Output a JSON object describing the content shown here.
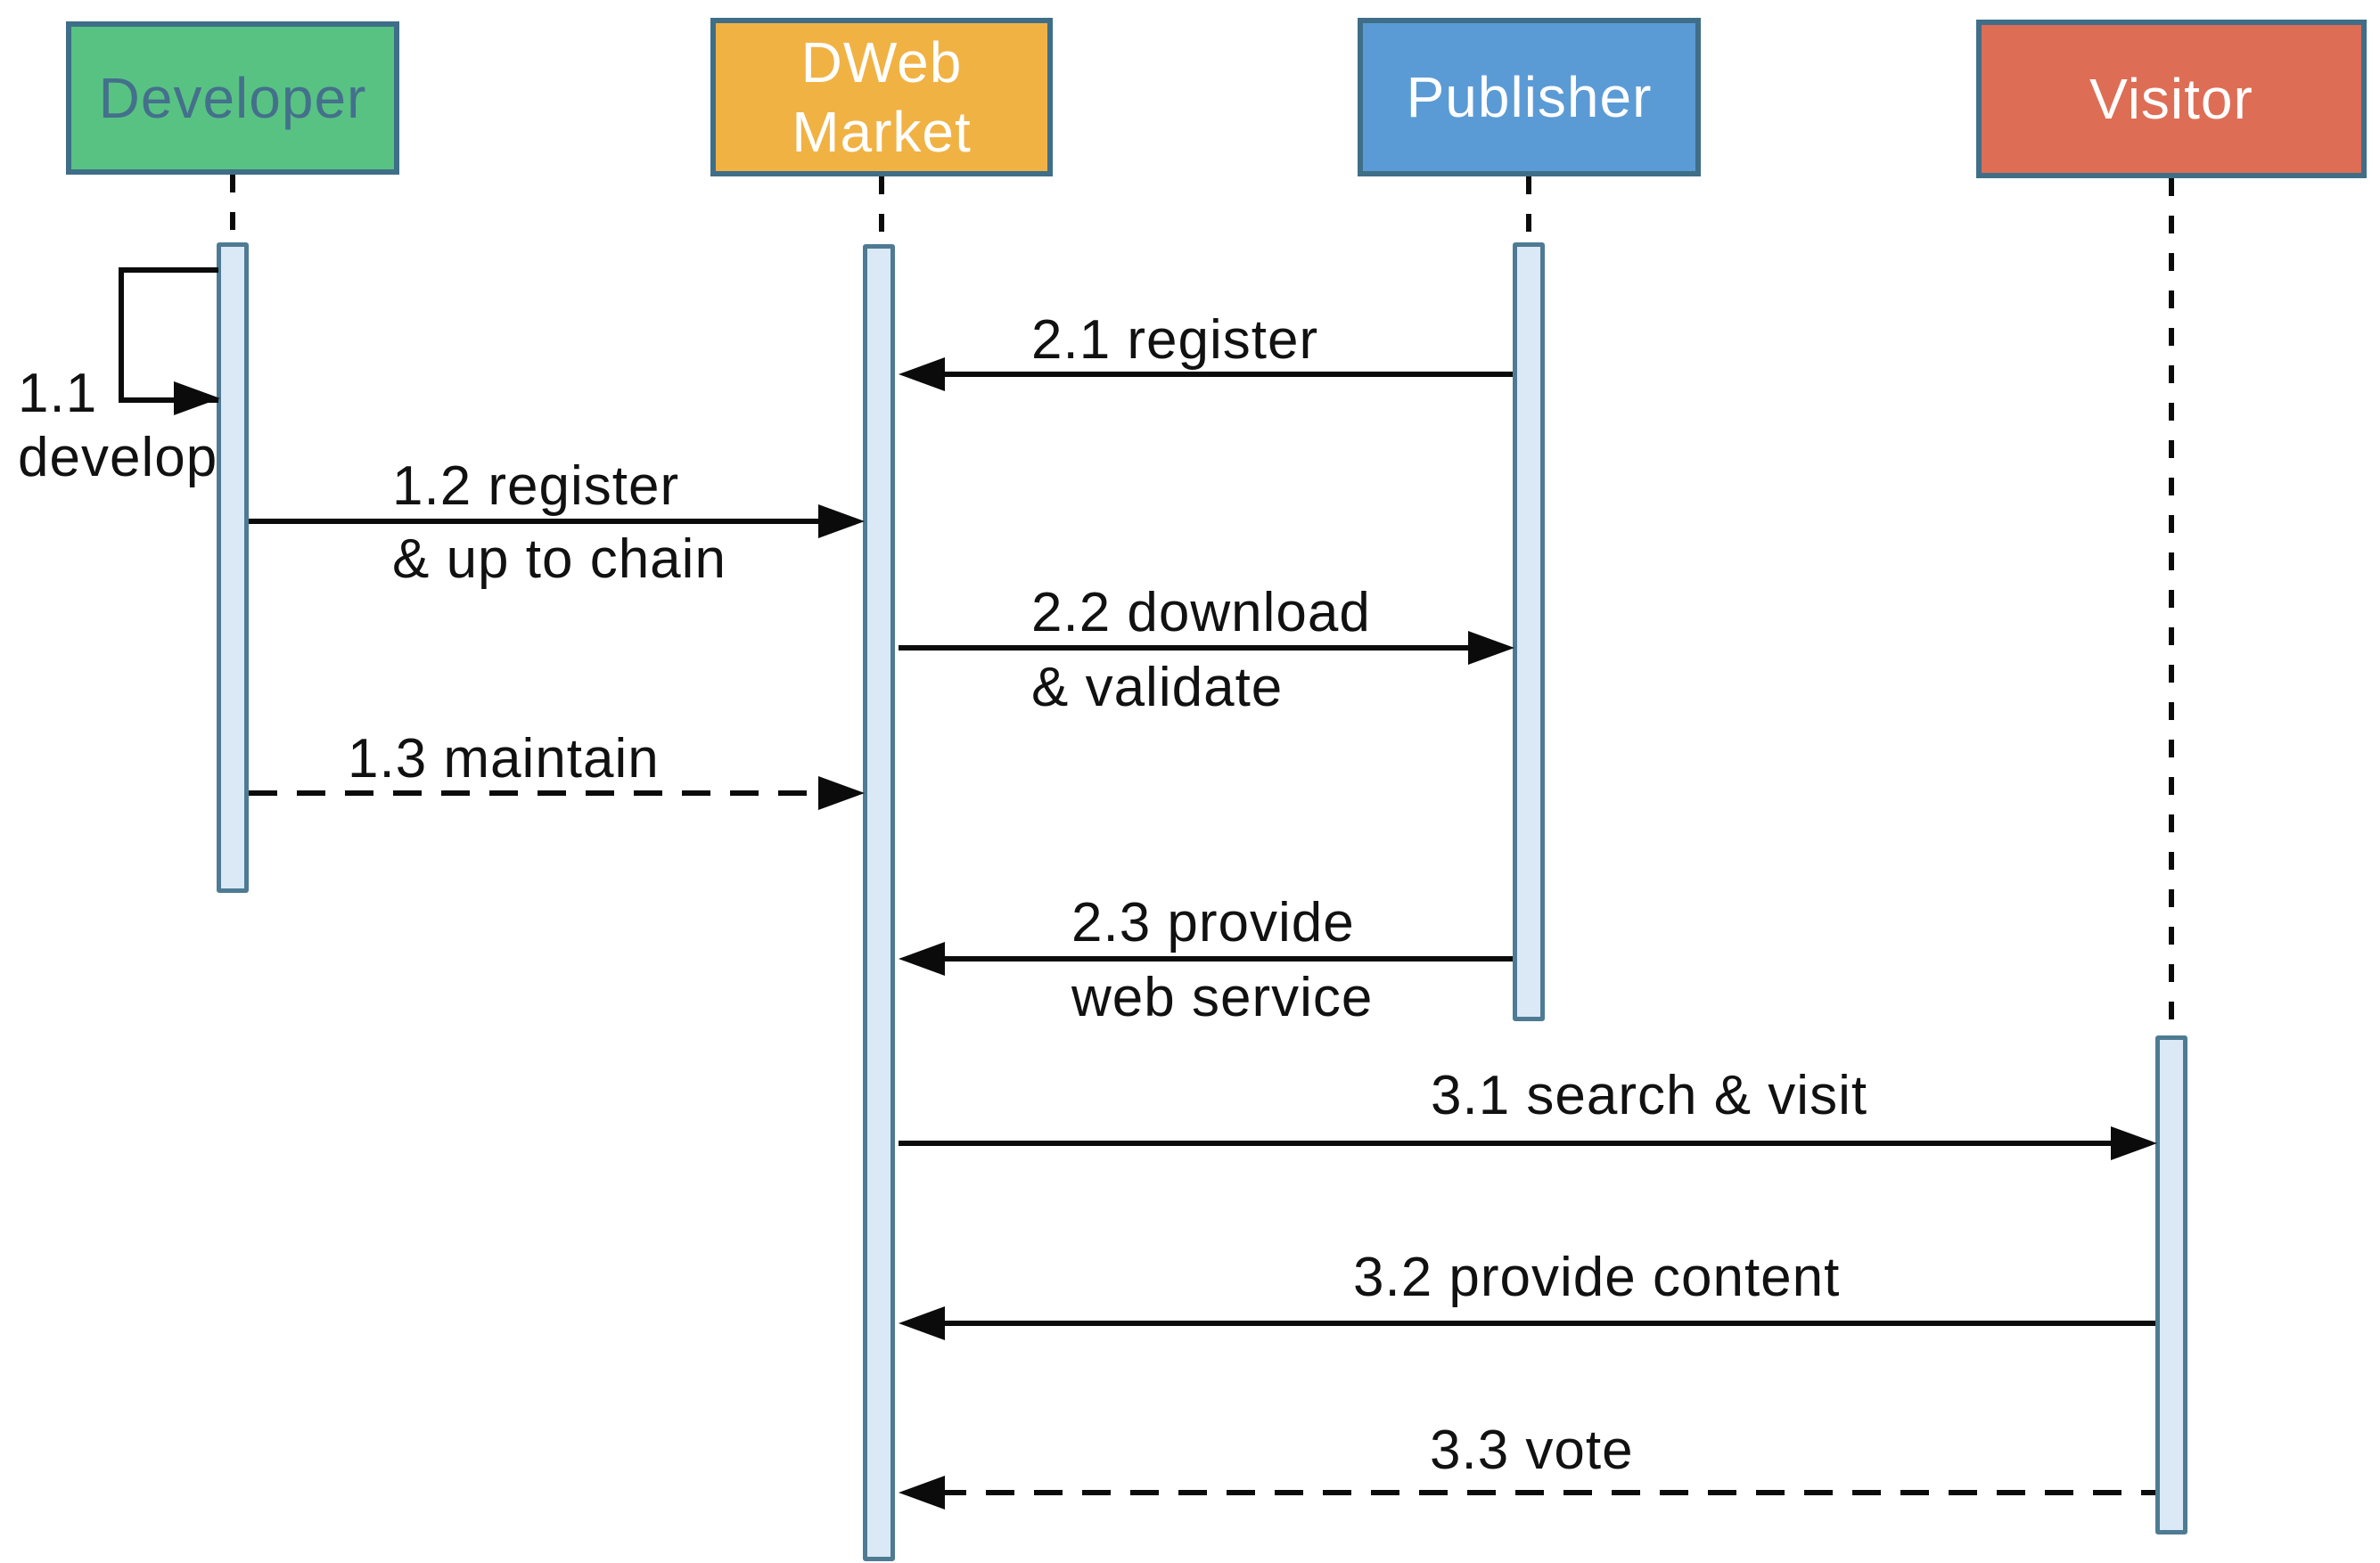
{
  "actors": [
    {
      "name": "Developer",
      "lines": [
        "Developer"
      ],
      "fill": "#58c283",
      "text_color": "#44708c"
    },
    {
      "name": "DWeb Market",
      "lines": [
        "DWeb",
        "Market"
      ],
      "fill": "#f1b244",
      "text_color": "#ffffff"
    },
    {
      "name": "Publisher",
      "lines": [
        "Publisher"
      ],
      "fill": "#5b9bd5",
      "text_color": "#ffffff"
    },
    {
      "name": "Visitor",
      "lines": [
        "Visitor"
      ],
      "fill": "#dd6e55",
      "text_color": "#ffffff"
    }
  ],
  "messages": [
    {
      "seq": "1.1",
      "lines": [
        "1.1",
        "develop"
      ],
      "from": "Developer",
      "to": "Developer",
      "line_style": "solid",
      "kind": "self-loop"
    },
    {
      "seq": "2.1",
      "lines": [
        "2.1 register"
      ],
      "from": "Publisher",
      "to": "DWeb Market",
      "line_style": "solid",
      "kind": "message"
    },
    {
      "seq": "1.2",
      "lines": [
        "1.2 register",
        "& up to chain"
      ],
      "from": "Developer",
      "to": "DWeb Market",
      "line_style": "solid",
      "kind": "message"
    },
    {
      "seq": "2.2",
      "lines": [
        "2.2 download",
        "& validate"
      ],
      "from": "DWeb Market",
      "to": "Publisher",
      "line_style": "solid",
      "kind": "message"
    },
    {
      "seq": "1.3",
      "lines": [
        "1.3 maintain"
      ],
      "from": "Developer",
      "to": "DWeb Market",
      "line_style": "dashed",
      "kind": "message"
    },
    {
      "seq": "2.3",
      "lines": [
        "2.3 provide",
        "web service"
      ],
      "from": "Publisher",
      "to": "DWeb Market",
      "line_style": "solid",
      "kind": "message"
    },
    {
      "seq": "3.1",
      "lines": [
        "3.1 search & visit"
      ],
      "from": "DWeb Market",
      "to": "Visitor",
      "line_style": "solid",
      "kind": "message"
    },
    {
      "seq": "3.2",
      "lines": [
        "3.2 provide content"
      ],
      "from": "Visitor",
      "to": "DWeb Market",
      "line_style": "solid",
      "kind": "message"
    },
    {
      "seq": "3.3",
      "lines": [
        "3.3 vote"
      ],
      "from": "Visitor",
      "to": "DWeb Market",
      "line_style": "dashed",
      "kind": "message"
    }
  ],
  "colors": {
    "background": "#ffffff",
    "box_border": "#3f6e88",
    "activation_fill": "#dbe9f6",
    "activation_border": "#4e7b93",
    "line": "#0b0b0b",
    "label_text": "#111111"
  }
}
